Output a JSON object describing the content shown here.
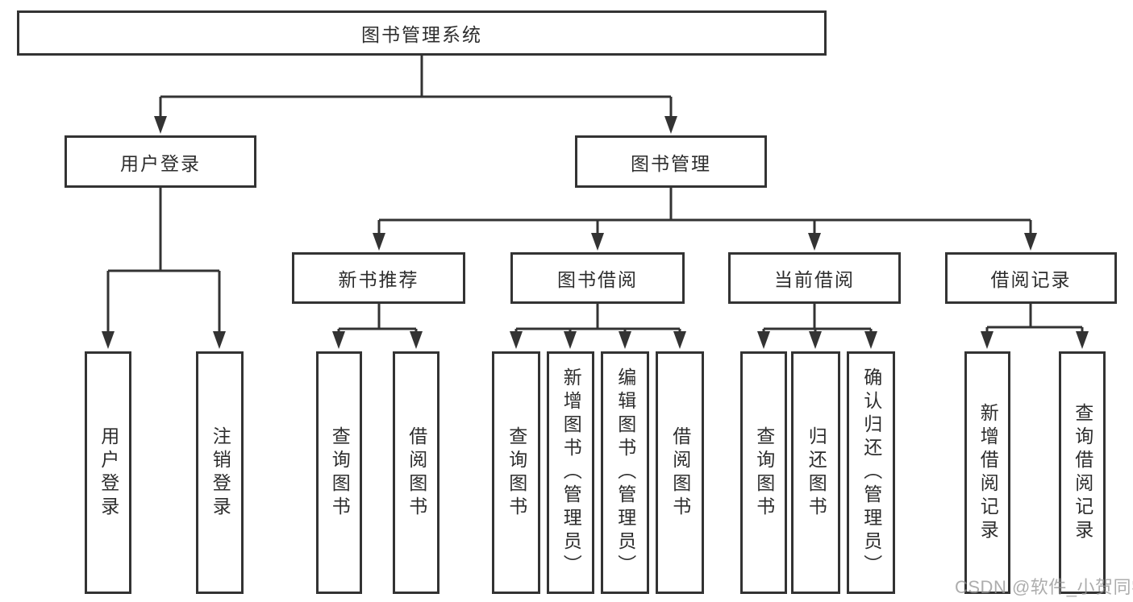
{
  "theme": {
    "line_color": "#333333",
    "box_border": "#333333",
    "box_fill": "#ffffff",
    "text_color": "#2d2d2d",
    "background": "#ffffff",
    "watermark_color": "rgba(150,150,150,0.78)"
  },
  "tree": {
    "root": {
      "label": "图书管理系统",
      "children": [
        {
          "label": "用户登录",
          "children": [
            {
              "label": "用户登录"
            },
            {
              "label": "注销登录"
            }
          ]
        },
        {
          "label": "图书管理",
          "children": [
            {
              "label": "新书推荐",
              "children": [
                {
                  "label": "查询图书"
                },
                {
                  "label": "借阅图书"
                }
              ]
            },
            {
              "label": "图书借阅",
              "children": [
                {
                  "label": "查询图书"
                },
                {
                  "label": "新增图书（管理员）"
                },
                {
                  "label": "编辑图书（管理员）"
                },
                {
                  "label": "借阅图书"
                }
              ]
            },
            {
              "label": "当前借阅",
              "children": [
                {
                  "label": "查询图书"
                },
                {
                  "label": "归还图书"
                },
                {
                  "label": "确认归还（管理员）"
                }
              ]
            },
            {
              "label": "借阅记录",
              "children": [
                {
                  "label": "新增借阅记录"
                },
                {
                  "label": "查询借阅记录"
                }
              ]
            }
          ]
        }
      ]
    }
  },
  "watermark": {
    "text": "CSDN @软件_小贺同学"
  }
}
